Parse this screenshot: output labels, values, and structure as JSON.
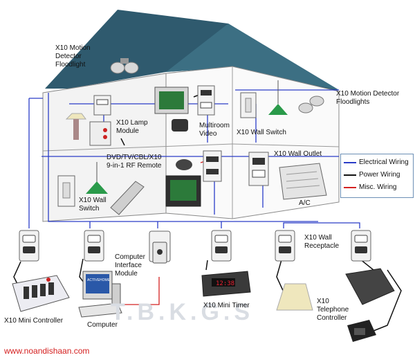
{
  "labels": {
    "motion_left": "X10 Motion\nDetector\nFloodlight",
    "motion_right": "X10 Motion Detector\nFloodlights",
    "lamp_module": "X10 Lamp\nModule",
    "multiroom_video": "Multiroom\nVideo",
    "wall_switch_upper": "X10 Wall Switch",
    "remote": "DVD/TV/CBL/X10\n9-in-1 RF Remote",
    "wall_outlet": "X10 Wall Outlet",
    "wall_switch_lower": "X10 Wall\nSwitch",
    "ac": "A/C",
    "computer_interface": "Computer\nInterface\nModule",
    "wall_receptacle": "X10 Wall\nReceptacle",
    "telephone_controller": "X10\nTelephone\nController",
    "mini_controller": "X10 Mini Controller",
    "computer": "Computer",
    "mini_timer": "X10 Mini Timer",
    "monitor_screen": "ACTIVEHOME",
    "timer_display": "12:38"
  },
  "legend": {
    "items": [
      {
        "label": "Electrical Wiring",
        "color": "#2a3cc8"
      },
      {
        "label": "Power Wiring",
        "color": "#111111"
      },
      {
        "label": "Misc. Wiring",
        "color": "#d42020"
      }
    ]
  },
  "watermark": "T.B.K.G.S",
  "website": "www.noandishaan.com"
}
